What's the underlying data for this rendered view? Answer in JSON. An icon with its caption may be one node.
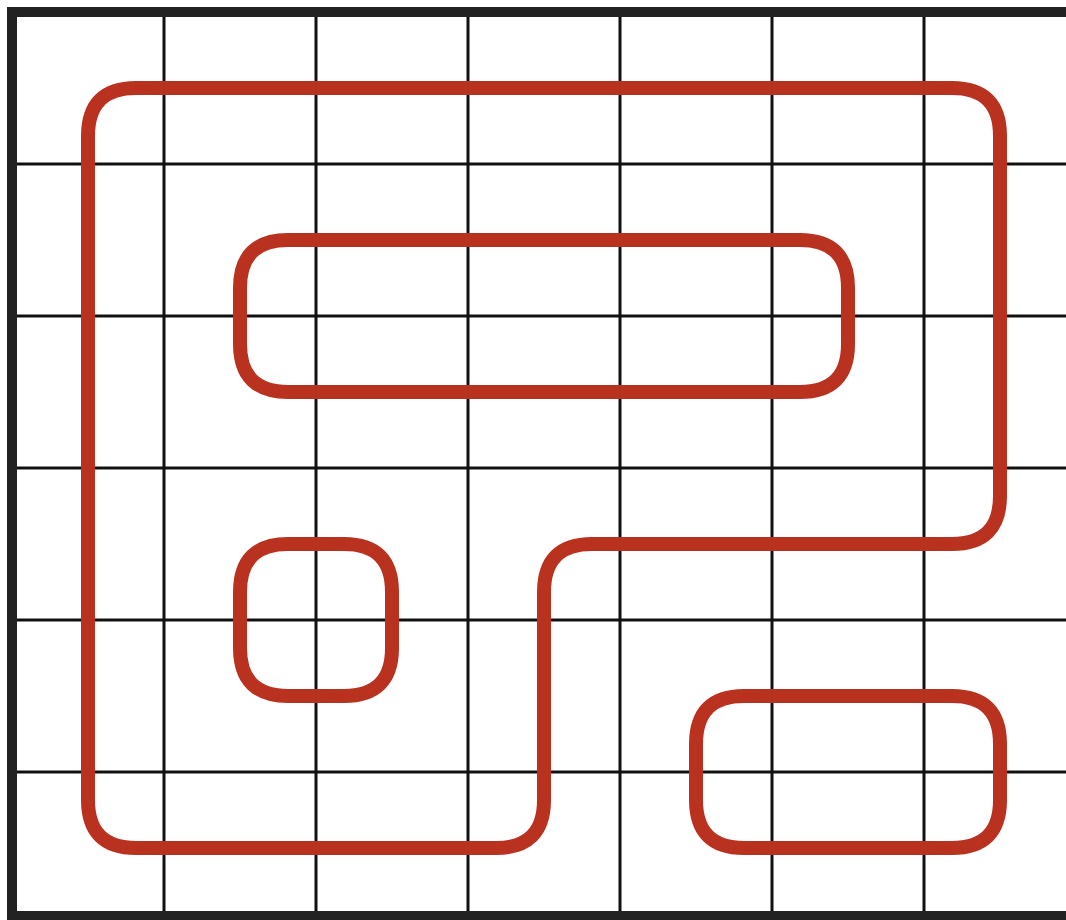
{
  "diagram": {
    "nodes": [
      {
        "text": [],
        "shape": "loop"
      },
      {
        "text": [],
        "shape": "loop",
        "in": 0
      },
      {
        "text": [],
        "shape": "loop",
        "in": 0
      },
      {
        "text": [],
        "shape": "loop"
      }
    ]
  }
}
